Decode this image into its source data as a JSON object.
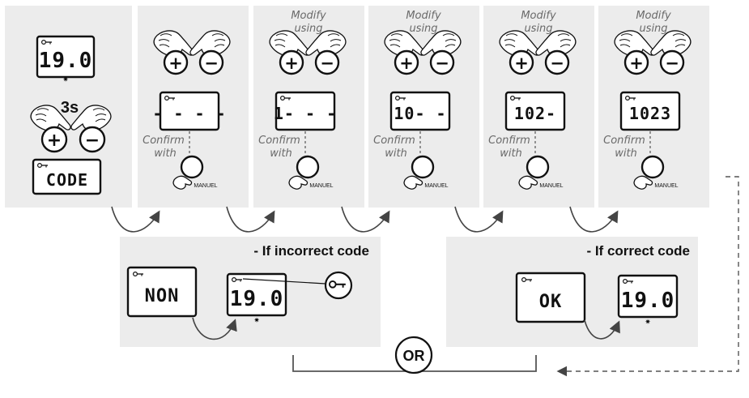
{
  "step1": {
    "lcd_temp": "19.0",
    "hold_label": "3s",
    "lcd_code": "CODE",
    "plus_symbol": "+",
    "minus_symbol": "−"
  },
  "steps": [
    {
      "modify_line1": "",
      "modify_line2": "",
      "display": "- - - -",
      "confirm_line1": "Confirm",
      "confirm_line2": "with",
      "button_label": "MANUEL"
    },
    {
      "modify_line1": "Modify",
      "modify_line2": "using",
      "display": "1- - -",
      "confirm_line1": "Confirm",
      "confirm_line2": "with",
      "button_label": "MANUEL"
    },
    {
      "modify_line1": "Modify",
      "modify_line2": "using",
      "display": "10- -",
      "confirm_line1": "Confirm",
      "confirm_line2": "with",
      "button_label": "MANUEL"
    },
    {
      "modify_line1": "Modify",
      "modify_line2": "using",
      "display": "102-",
      "confirm_line1": "Confirm",
      "confirm_line2": "with",
      "button_label": "MANUEL"
    },
    {
      "modify_line1": "Modify",
      "modify_line2": "using",
      "display": "1023",
      "confirm_line1": "Confirm",
      "confirm_line2": "with",
      "button_label": "MANUEL"
    }
  ],
  "incorrect": {
    "title": "- If incorrect code",
    "lcd_result": "NON",
    "lcd_temp": "19.0"
  },
  "correct": {
    "title": "- If correct code",
    "lcd_result": "OK",
    "lcd_temp": "19.0"
  },
  "or_label": "OR",
  "colors": {
    "panel": "#ececec",
    "stroke": "#111111",
    "italic_text": "#6a6a6a"
  }
}
